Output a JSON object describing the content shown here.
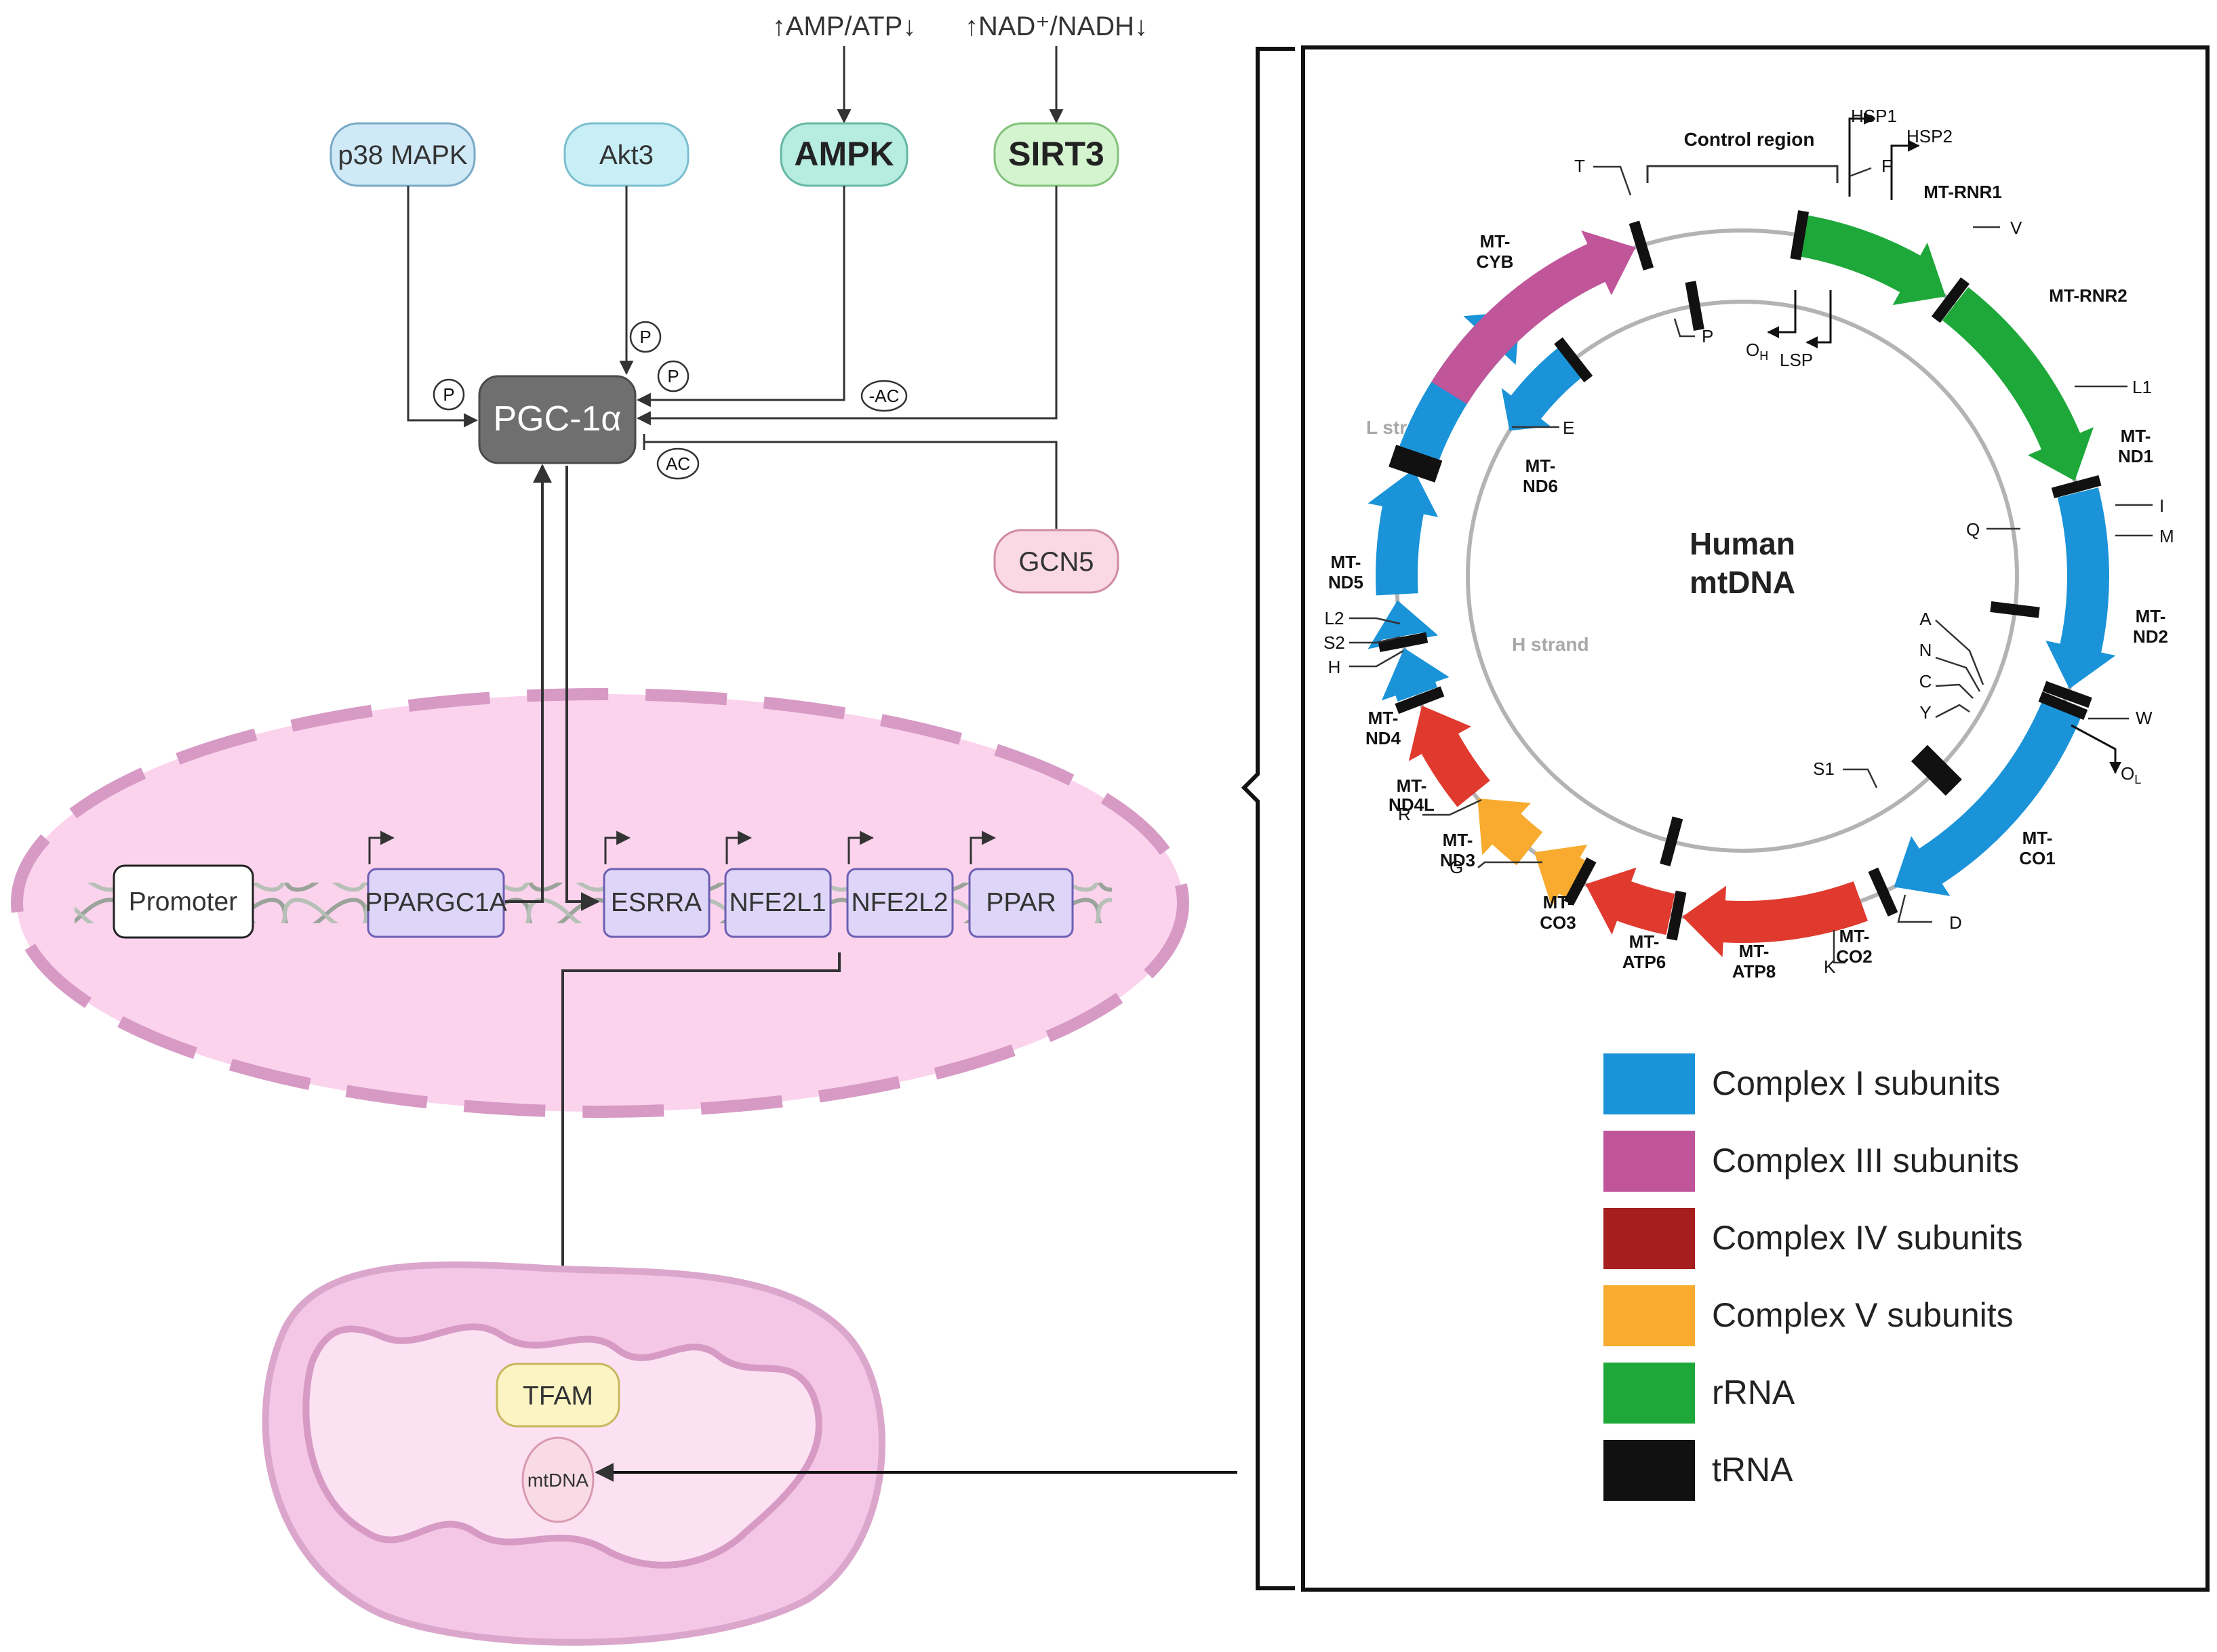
{
  "signals": {
    "amp_atp": "↑AMP/ATP↓",
    "nad_nadh": "↑NAD⁺/NADH↓"
  },
  "nodes": {
    "p38": "p38 MAPK",
    "akt3": "Akt3",
    "ampk": "AMPK",
    "sirt3": "SIRT3",
    "pgc": "PGC-1α",
    "gcn5": "GCN5",
    "promoter": "Promoter",
    "tfam": "TFAM",
    "mtdna": "mtDNA"
  },
  "modifications": {
    "p": "P",
    "ac": "AC",
    "ac_minus": "-AC"
  },
  "genes": [
    "PPARGC1A",
    "ESRRA",
    "NFE2L1",
    "NFE2L2",
    "PPAR"
  ],
  "map": {
    "title_line1": "Human",
    "title_line2": "mtDNA",
    "control_region": "Control region",
    "l_strand": "L strand",
    "h_strand": "H strand",
    "hsp1": "HSP1",
    "hsp2": "HSP2",
    "lsp": "LSP",
    "oh": "O",
    "oh_sub": "H",
    "ol": "O",
    "ol_sub": "L",
    "trna": {
      "T": "T",
      "F": "F",
      "V": "V",
      "P": "P",
      "L1": "L1",
      "E": "E",
      "I": "I",
      "Q": "Q",
      "M": "M",
      "A": "A",
      "N": "N",
      "C": "C",
      "Y": "Y",
      "W": "W",
      "S1": "S1",
      "D": "D",
      "K": "K",
      "G": "G",
      "R": "R",
      "L2": "L2",
      "S2": "S2",
      "H": "H"
    },
    "genes": {
      "rnr1": "MT-RNR1",
      "rnr2": "MT-RNR2",
      "nd1_a": "MT-",
      "nd1_b": "ND1",
      "nd2_a": "MT-",
      "nd2_b": "ND2",
      "co1_a": "MT-",
      "co1_b": "CO1",
      "co2_a": "MT-",
      "co2_b": "CO2",
      "atp8_a": "MT-",
      "atp8_b": "ATP8",
      "atp6_a": "MT-",
      "atp6_b": "ATP6",
      "co3_a": "MT-",
      "co3_b": "CO3",
      "nd3_a": "MT-",
      "nd3_b": "ND3",
      "nd4l_a": "MT-",
      "nd4l_b": "ND4L",
      "nd4_a": "MT-",
      "nd4_b": "ND4",
      "nd5_a": "MT-",
      "nd5_b": "ND5",
      "nd6_a": "MT-",
      "nd6_b": "ND6",
      "cyb_a": "MT-",
      "cyb_b": "CYB"
    }
  },
  "legend": [
    {
      "label": "Complex I subunits",
      "color": "#1a93d8"
    },
    {
      "label": "Complex III subunits",
      "color": "#c0559a"
    },
    {
      "label": "Complex IV subunits",
      "color": "#a71e1e"
    },
    {
      "label": "Complex V subunits",
      "color": "#f8ab2e"
    },
    {
      "label": "rRNA",
      "color": "#1ea83a"
    },
    {
      "label": "tRNA",
      "color": "#111111"
    }
  ],
  "colors": {
    "complex_I": "#1a93d8",
    "complex_III": "#c0559a",
    "complex_IV": "#e03a2f",
    "complex_V": "#f8ab2e",
    "rRNA": "#1ea83a",
    "tRNA": "#111111",
    "pgc": "#6f6f6f",
    "nucleus": "#fbd3ec",
    "mito": "#f4c7e6"
  }
}
